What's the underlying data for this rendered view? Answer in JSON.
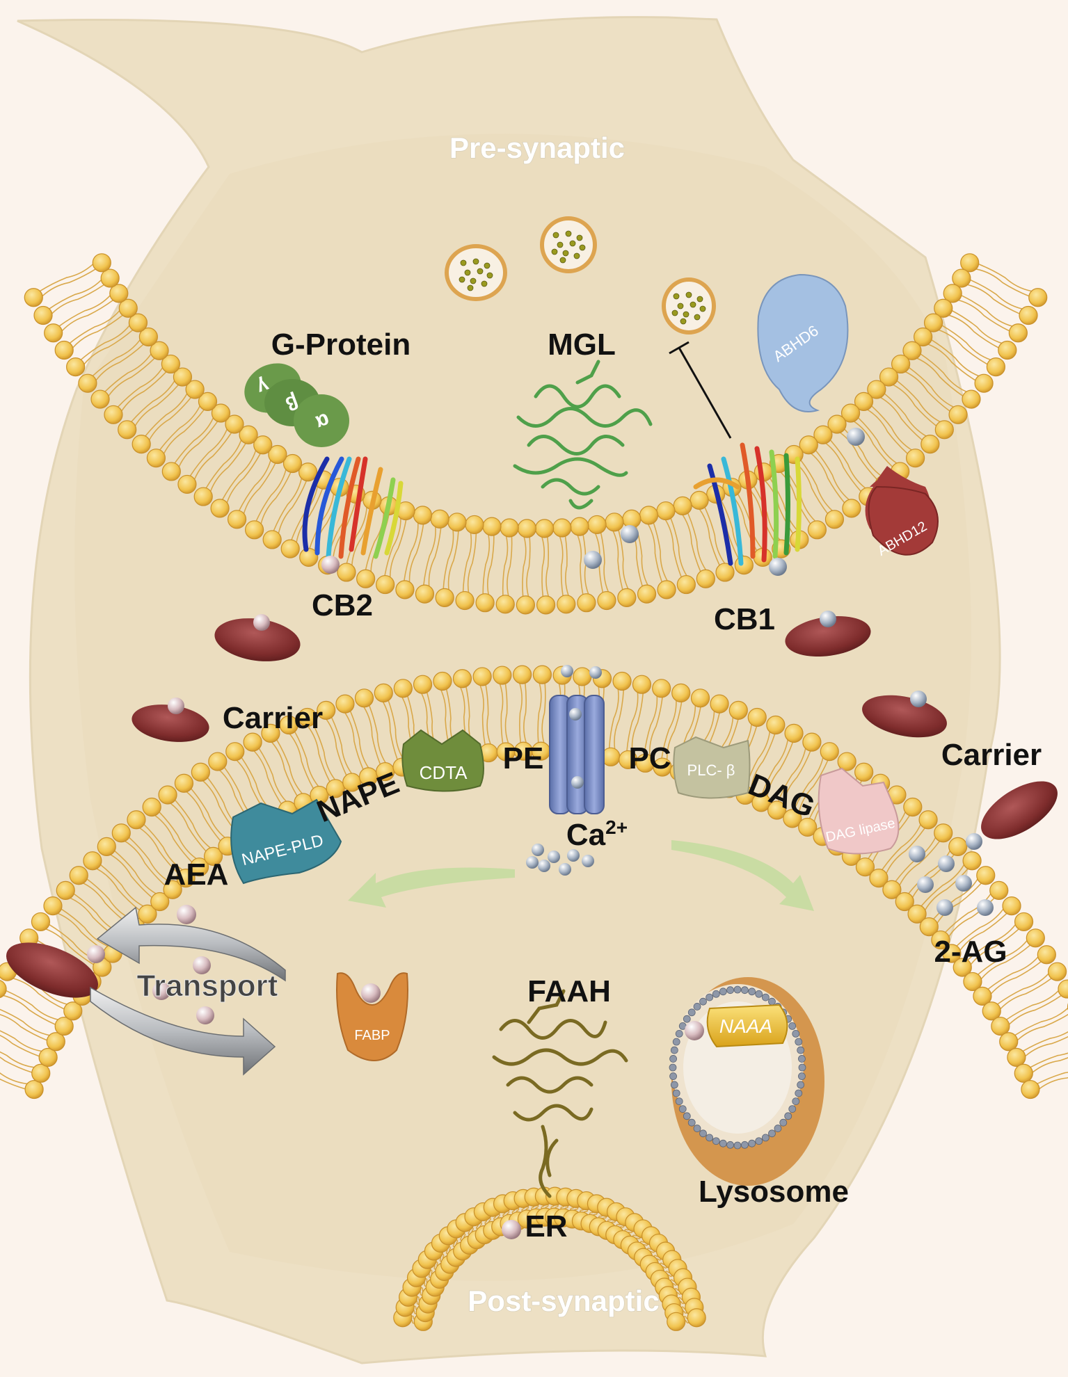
{
  "regions": {
    "pre": "Pre-synaptic",
    "post": "Post-synaptic"
  },
  "labels": {
    "g_protein": "G-Protein",
    "mgl": "MGL",
    "cb2": "CB2",
    "cb1": "CB1",
    "carrier_left": "Carrier",
    "carrier_right": "Carrier",
    "pe": "PE",
    "pc": "PC",
    "nape": "NAPE",
    "dag": "DAG",
    "ca": "Ca",
    "ca_sup": "2+",
    "aea": "AEA",
    "two_ag": "2-AG",
    "transport": "Transport",
    "faah": "FAAH",
    "lysosome": "Lysosome",
    "er": "ER"
  },
  "enzymes": {
    "abhd6": "ABHD6",
    "abhd12": "ABHD12",
    "cdta": "CDTA",
    "plcb": "PLC- β",
    "dag_lipase": "DAG lipase",
    "nape_pld": "NAPE-PLD",
    "fabp": "FABP",
    "naaa": "NAAA"
  },
  "g_subunits": [
    "γ",
    "β",
    "α"
  ],
  "colors": {
    "background": "#fbf3ec",
    "cell": "#ede0c4",
    "membrane_head": "#f3c650",
    "membrane_head_edge": "#c8902a",
    "abhd6": "#9fbde0",
    "abhd12": "#a33a38",
    "cdta": "#6f8d3c",
    "plcb": "#c4c2a0",
    "dag_lipase": "#f0c8c8",
    "nape_pld": "#3f8b9c",
    "fabp": "#d98a3c",
    "naaa": "#e8b828",
    "g_protein": "#6a9a4a",
    "carrier": "#7e2c2c",
    "channel": "#6f83bd",
    "arrow_green": "#c5dca0"
  }
}
